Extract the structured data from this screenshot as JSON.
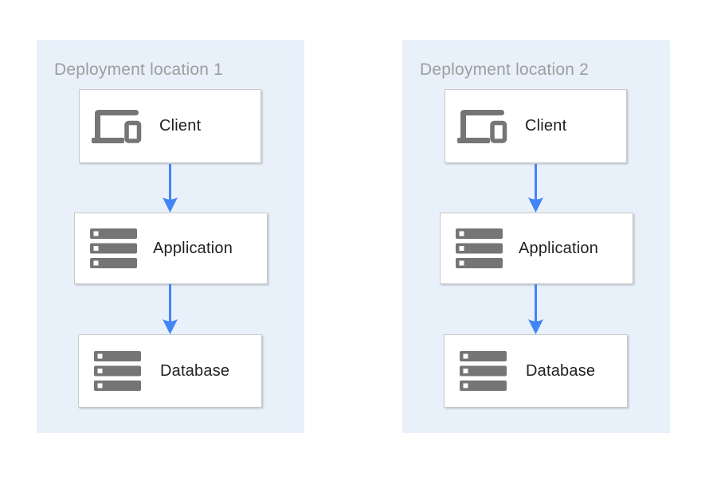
{
  "diagram": {
    "panels": [
      {
        "title": "Deployment location 1",
        "nodes": [
          {
            "id": "client",
            "label": "Client",
            "icon": "devices-icon"
          },
          {
            "id": "application",
            "label": "Application",
            "icon": "server-stack-icon"
          },
          {
            "id": "database",
            "label": "Database",
            "icon": "server-stack-icon"
          }
        ],
        "connections": [
          {
            "from": "Client",
            "to": "Application"
          },
          {
            "from": "Application",
            "to": "Database"
          }
        ]
      },
      {
        "title": "Deployment location 2",
        "nodes": [
          {
            "id": "client",
            "label": "Client",
            "icon": "devices-icon"
          },
          {
            "id": "application",
            "label": "Application",
            "icon": "server-stack-icon"
          },
          {
            "id": "database",
            "label": "Database",
            "icon": "server-stack-icon"
          }
        ],
        "connections": [
          {
            "from": "Client",
            "to": "Application"
          },
          {
            "from": "Application",
            "to": "Database"
          }
        ]
      }
    ],
    "colors": {
      "panel_background": "#e8f0fa",
      "node_background": "#ffffff",
      "node_border": "#c9c9c9",
      "arrow": "#4285f4",
      "icon_gray": "#757575",
      "title_text": "#9e9e9e",
      "label_text": "#212121"
    }
  }
}
